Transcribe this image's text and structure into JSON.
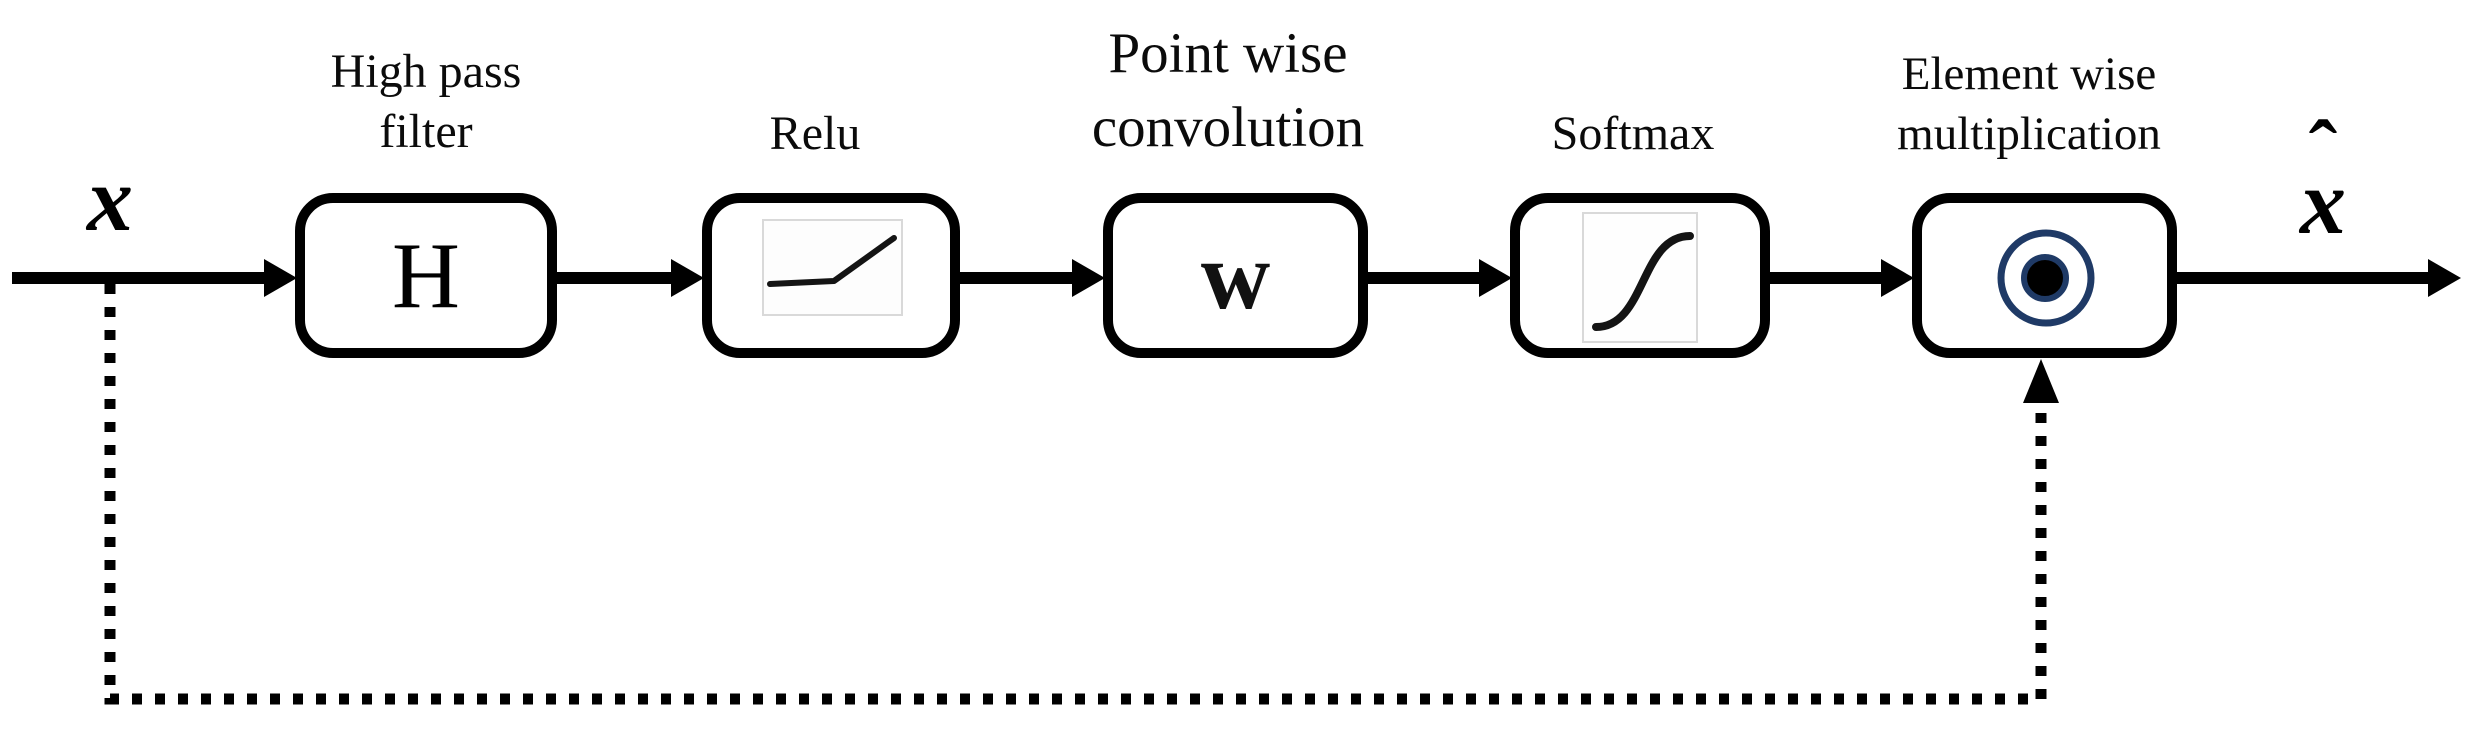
{
  "diagram": {
    "input": {
      "label": "x"
    },
    "output": {
      "base": "x",
      "hat": "ˆ"
    },
    "stages": [
      {
        "id": "high-pass-filter",
        "label_line1": "High pass",
        "label_line2": "filter",
        "symbol": "H"
      },
      {
        "id": "relu",
        "label_line1": "Relu",
        "icon": "relu-curve-icon"
      },
      {
        "id": "point-wise-convolution",
        "label_line1": "Point wise",
        "label_line2": "convolution",
        "symbol": "w"
      },
      {
        "id": "softmax",
        "label_line1": "Softmax",
        "icon": "sigmoid-curve-icon"
      },
      {
        "id": "element-wise-multiplication",
        "label_line1": "Element wise",
        "label_line2": "multiplication",
        "icon": "circled-dot-icon"
      }
    ],
    "colors": {
      "line": "#000000",
      "circled_dot_ring": "#1f3a66",
      "icon_frame": "#d9d9d9",
      "curve_stroke": "#141414"
    }
  }
}
